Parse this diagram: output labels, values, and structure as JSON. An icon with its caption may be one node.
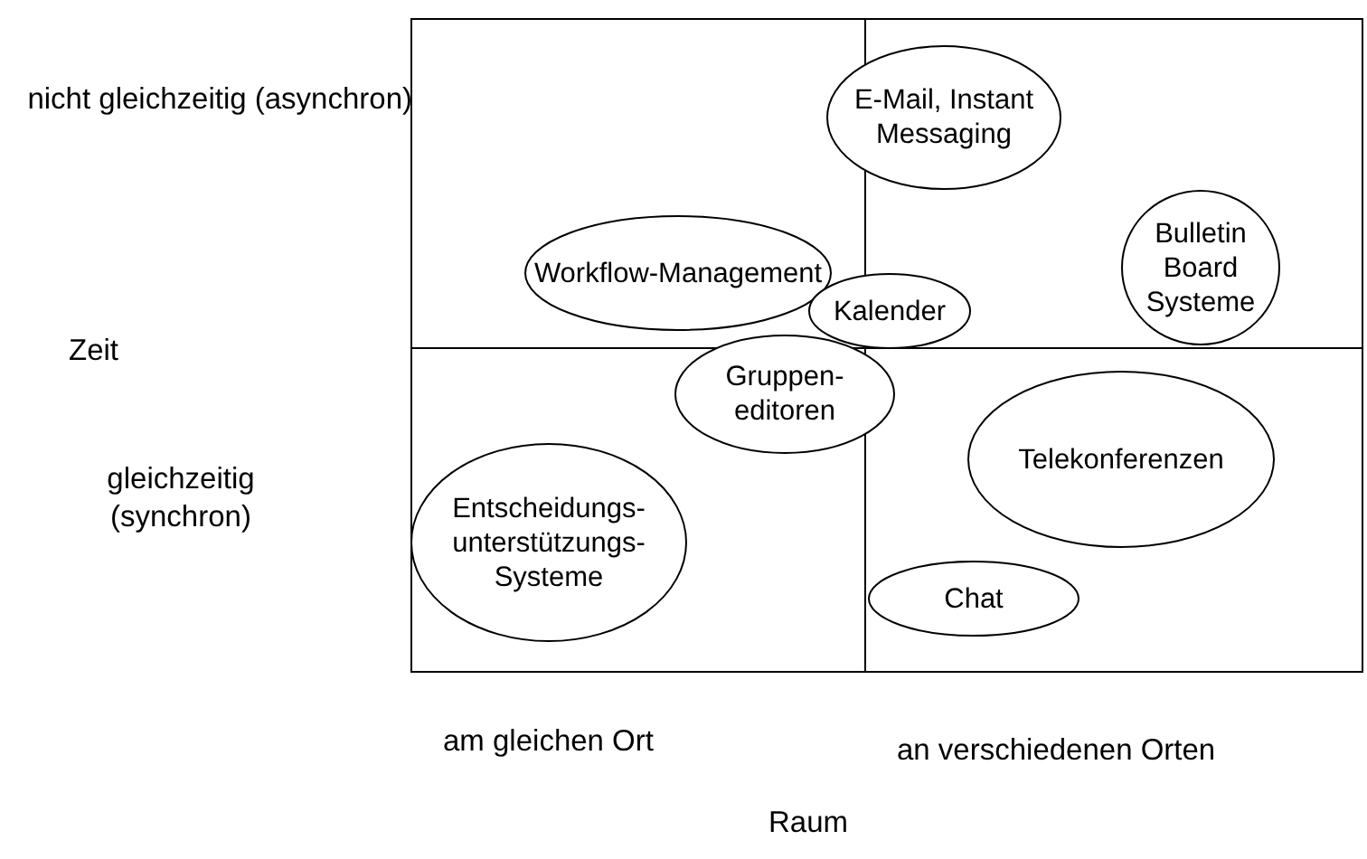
{
  "diagram": {
    "nodes": [
      {
        "text": [
          "E-Mail, Instant Messaging"
        ]
      },
      {
        "text": [
          "Workflow-Management"
        ]
      },
      {
        "text": [
          "Bulletin Board Systeme"
        ]
      },
      {
        "text": [
          "Kalender"
        ]
      },
      {
        "text": [
          "Gruppen-editoren"
        ]
      },
      {
        "text": [
          "Telekonferenzen"
        ]
      },
      {
        "text": [
          "Entscheidungs-unterstützungs-Systeme"
        ]
      },
      {
        "text": [
          "Chat"
        ]
      }
    ],
    "edges": [],
    "labels": [
      "nicht gleichzeitig (asynchron)",
      "Zeit",
      "gleichzeitig (synchron)",
      "am gleichen Ort",
      "an verschiedenen Orten",
      "Raum"
    ]
  }
}
